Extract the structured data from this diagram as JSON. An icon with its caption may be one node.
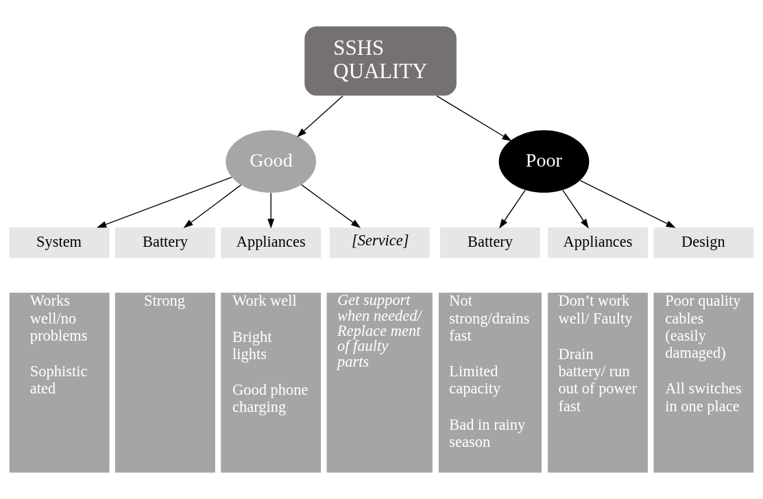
{
  "diagram": {
    "nodes": [
      {
        "text": [
          "SSHS QUALITY"
        ]
      },
      {
        "text": [
          "Good"
        ]
      },
      {
        "text": [
          "Poor"
        ]
      },
      {
        "text": [
          "System"
        ]
      },
      {
        "text": [
          "Battery"
        ]
      },
      {
        "text": [
          "Appliances"
        ]
      },
      {
        "text": [
          "[Service]"
        ]
      },
      {
        "text": [
          "Battery"
        ]
      },
      {
        "text": [
          "Appliances"
        ]
      },
      {
        "text": [
          "Design"
        ]
      },
      {
        "text": [
          "Works well/no problems",
          "Sophistic ated"
        ]
      },
      {
        "text": [
          "Strong"
        ]
      },
      {
        "text": [
          "Work well",
          "Bright lights",
          "Good phone charging"
        ]
      },
      {
        "text": [
          "Get support when needed/ Replace ment of faulty parts"
        ]
      },
      {
        "text": [
          "Not strong/drains fast",
          "Limited capacity",
          "Bad in rainy season"
        ]
      },
      {
        "text": [
          "Don’t work well/ Faulty",
          "Drain battery/ run out of power fast"
        ]
      },
      {
        "text": [
          "Poor quality cables (easily damaged)",
          "All switches in one place"
        ]
      }
    ],
    "edges": [
      {
        "from": 0,
        "to": 1,
        "arrow": "to"
      },
      {
        "from": 0,
        "to": 2,
        "arrow": "to"
      },
      {
        "from": 1,
        "to": 3,
        "arrow": "to"
      },
      {
        "from": 1,
        "to": 4,
        "arrow": "to"
      },
      {
        "from": 1,
        "to": 5,
        "arrow": "to"
      },
      {
        "from": 1,
        "to": 6,
        "arrow": "to"
      },
      {
        "from": 2,
        "to": 7,
        "arrow": "to"
      },
      {
        "from": 2,
        "to": 8,
        "arrow": "to"
      },
      {
        "from": 2,
        "to": 9,
        "arrow": "to"
      }
    ]
  }
}
